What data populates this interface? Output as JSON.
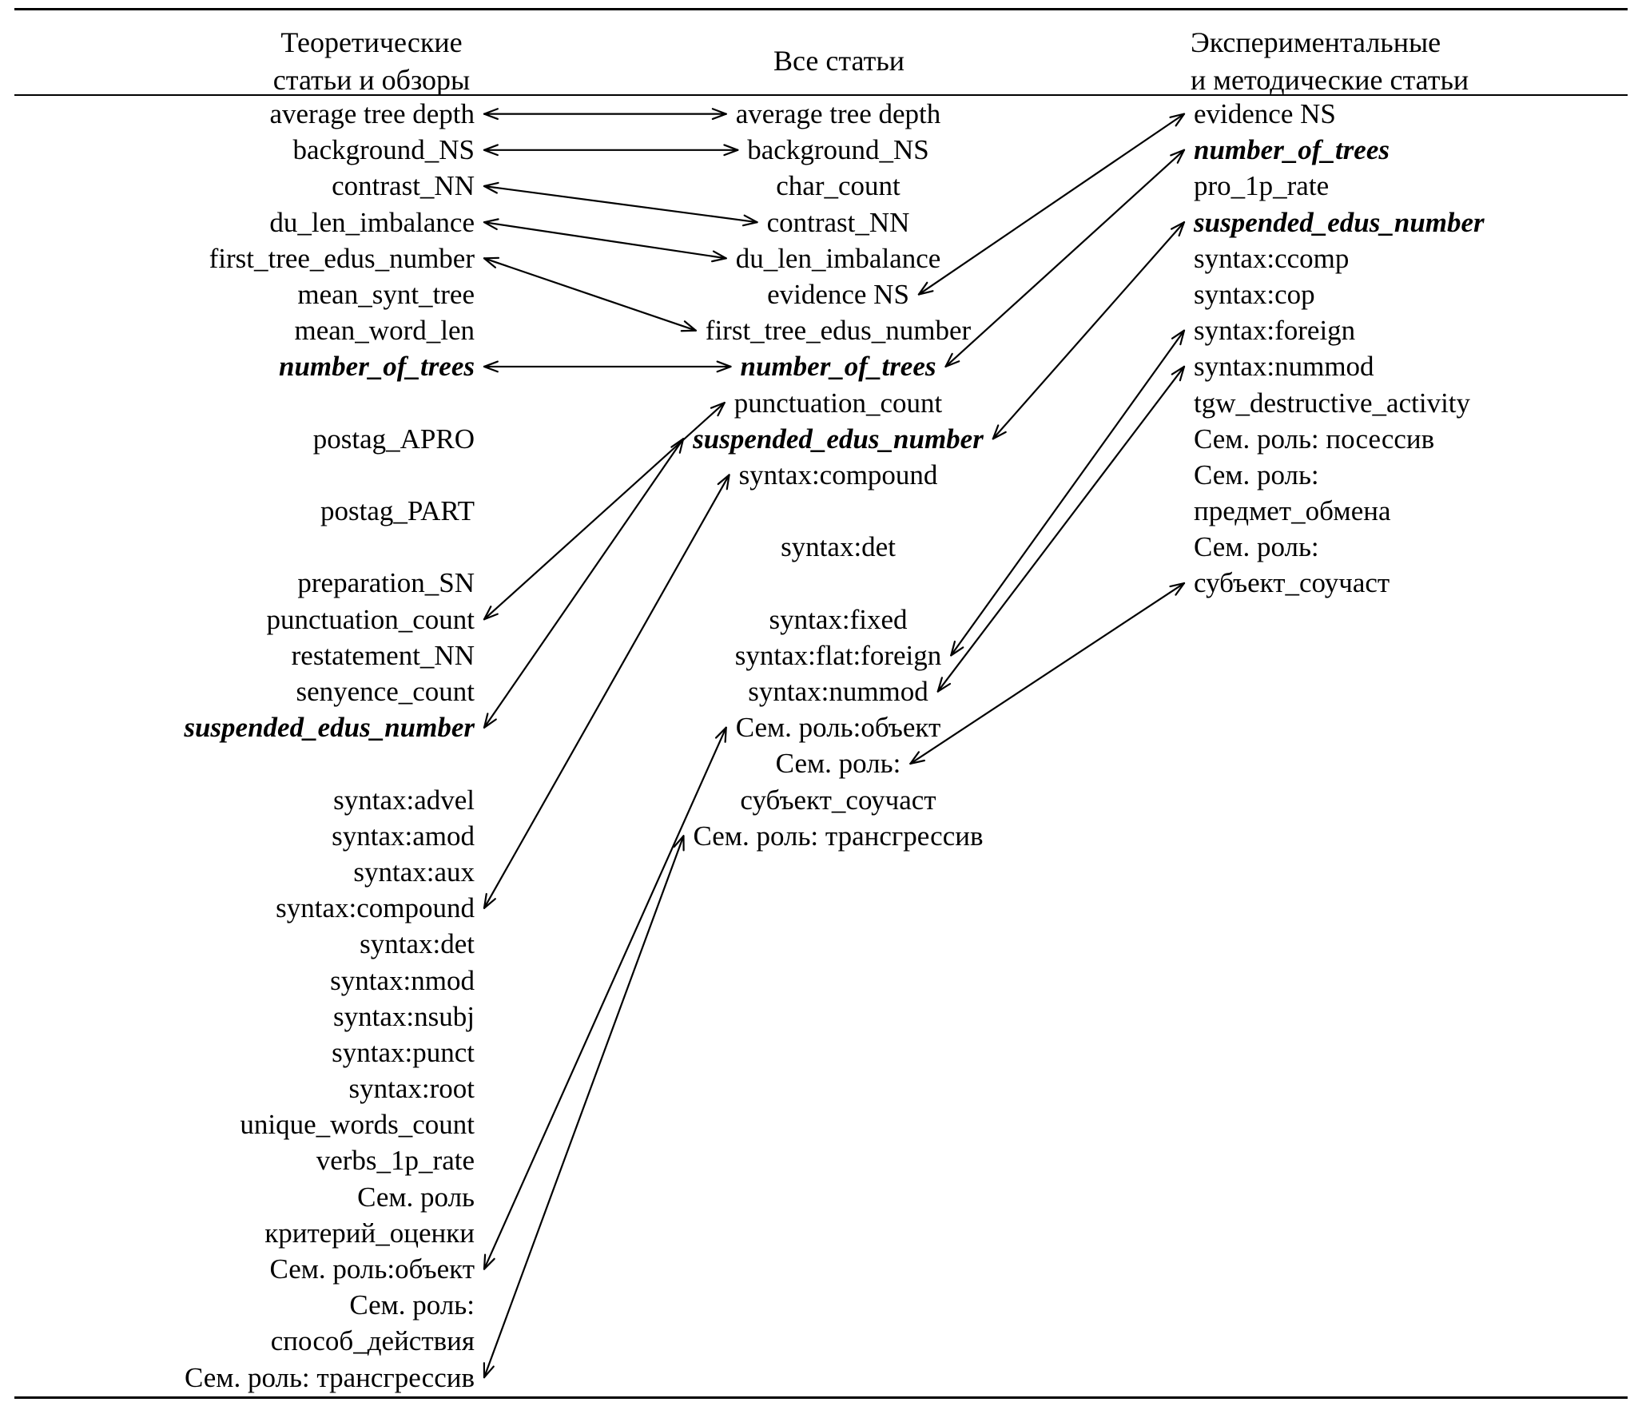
{
  "colors": {
    "text": "#000000",
    "background": "#ffffff",
    "line": "#000000"
  },
  "table": {
    "columns": [
      {
        "id": "left",
        "header_lines": [
          "Теоретические",
          "статьи и обзоры"
        ],
        "align": "right",
        "items": [
          {
            "text": "average tree depth"
          },
          {
            "text": "background_NS"
          },
          {
            "text": "contrast_NN"
          },
          {
            "text": "du_len_imbalance"
          },
          {
            "text": "first_tree_edus_number"
          },
          {
            "text": "mean_synt_tree"
          },
          {
            "text": "mean_word_len"
          },
          {
            "text": "number_of_trees",
            "emphasis": true
          },
          {
            "text": ""
          },
          {
            "text": "postag_APRO"
          },
          {
            "text": ""
          },
          {
            "text": "postag_PART"
          },
          {
            "text": ""
          },
          {
            "text": "preparation_SN"
          },
          {
            "text": "punctuation_count"
          },
          {
            "text": "restatement_NN"
          },
          {
            "text": "senyence_count"
          },
          {
            "text": "suspended_edus_number",
            "emphasis": true
          },
          {
            "text": ""
          },
          {
            "text": "syntax:advel"
          },
          {
            "text": "syntax:amod"
          },
          {
            "text": "syntax:aux"
          },
          {
            "text": "syntax:compound"
          },
          {
            "text": "syntax:det"
          },
          {
            "text": "syntax:nmod"
          },
          {
            "text": "syntax:nsubj"
          },
          {
            "text": "syntax:punct"
          },
          {
            "text": "syntax:root"
          },
          {
            "text": "unique_words_count"
          },
          {
            "text": "verbs_1p_rate"
          },
          {
            "text": "Сем. роль"
          },
          {
            "text": "критерий_оценки"
          },
          {
            "text": "Сем. роль:объект"
          },
          {
            "text": "Сем. роль:"
          },
          {
            "text": "способ_действия"
          },
          {
            "text": "Сем. роль: трансгрессив"
          }
        ]
      },
      {
        "id": "middle",
        "header_lines": [
          "Все статьи"
        ],
        "align": "center",
        "items": [
          {
            "text": "average tree depth"
          },
          {
            "text": "background_NS"
          },
          {
            "text": "char_count"
          },
          {
            "text": "contrast_NN"
          },
          {
            "text": "du_len_imbalance"
          },
          {
            "text": "evidence NS"
          },
          {
            "text": "first_tree_edus_number"
          },
          {
            "text": "number_of_trees",
            "emphasis": true
          },
          {
            "text": "punctuation_count"
          },
          {
            "text": "suspended_edus_number",
            "emphasis": true
          },
          {
            "text": "syntax:compound"
          },
          {
            "text": ""
          },
          {
            "text": "syntax:det"
          },
          {
            "text": ""
          },
          {
            "text": "syntax:fixed"
          },
          {
            "text": "syntax:flat:foreign"
          },
          {
            "text": "syntax:nummod"
          },
          {
            "text": "Сем. роль:объект"
          },
          {
            "text": "Сем. роль:"
          },
          {
            "text": "субъект_соучаст"
          },
          {
            "text": "Сем. роль: трансгрессив"
          }
        ]
      },
      {
        "id": "right",
        "header_lines": [
          "Экспериментальные",
          "и методические статьи"
        ],
        "align": "left",
        "items": [
          {
            "text": "evidence NS"
          },
          {
            "text": "number_of_trees",
            "emphasis": true
          },
          {
            "text": "pro_1p_rate"
          },
          {
            "text": "suspended_edus_number",
            "emphasis": true
          },
          {
            "text": "syntax:ccomp"
          },
          {
            "text": "syntax:cop"
          },
          {
            "text": "syntax:foreign"
          },
          {
            "text": "syntax:nummod"
          },
          {
            "text": "tgw_destructive_activity"
          },
          {
            "text": "Сем. роль: посессив"
          },
          {
            "text": "Сем. роль:"
          },
          {
            "text": "предмет_обмена"
          },
          {
            "text": "Сем. роль:"
          },
          {
            "text": "субъект_соучаст"
          }
        ]
      }
    ],
    "arrows": [
      {
        "a": [
          "left",
          0
        ],
        "b": [
          "middle",
          0
        ]
      },
      {
        "a": [
          "left",
          1
        ],
        "b": [
          "middle",
          1
        ]
      },
      {
        "a": [
          "left",
          2
        ],
        "b": [
          "middle",
          3
        ]
      },
      {
        "a": [
          "left",
          3
        ],
        "b": [
          "middle",
          4
        ]
      },
      {
        "a": [
          "left",
          4
        ],
        "b": [
          "middle",
          6
        ]
      },
      {
        "a": [
          "left",
          7
        ],
        "b": [
          "middle",
          7
        ]
      },
      {
        "a": [
          "left",
          14
        ],
        "b": [
          "middle",
          8
        ]
      },
      {
        "a": [
          "left",
          17
        ],
        "b": [
          "middle",
          9
        ]
      },
      {
        "a": [
          "left",
          22
        ],
        "b": [
          "middle",
          10
        ]
      },
      {
        "a": [
          "left",
          32
        ],
        "b": [
          "middle",
          17
        ]
      },
      {
        "a": [
          "left",
          35
        ],
        "b": [
          "middle",
          20
        ]
      },
      {
        "a": [
          "middle",
          5
        ],
        "b": [
          "right",
          0
        ]
      },
      {
        "a": [
          "middle",
          7
        ],
        "b": [
          "right",
          1
        ]
      },
      {
        "a": [
          "middle",
          9
        ],
        "b": [
          "right",
          3
        ]
      },
      {
        "a": [
          "middle",
          15
        ],
        "b": [
          "right",
          6
        ]
      },
      {
        "a": [
          "middle",
          16
        ],
        "b": [
          "right",
          7
        ]
      },
      {
        "a": [
          "middle",
          18
        ],
        "b": [
          "right",
          13
        ]
      }
    ]
  }
}
